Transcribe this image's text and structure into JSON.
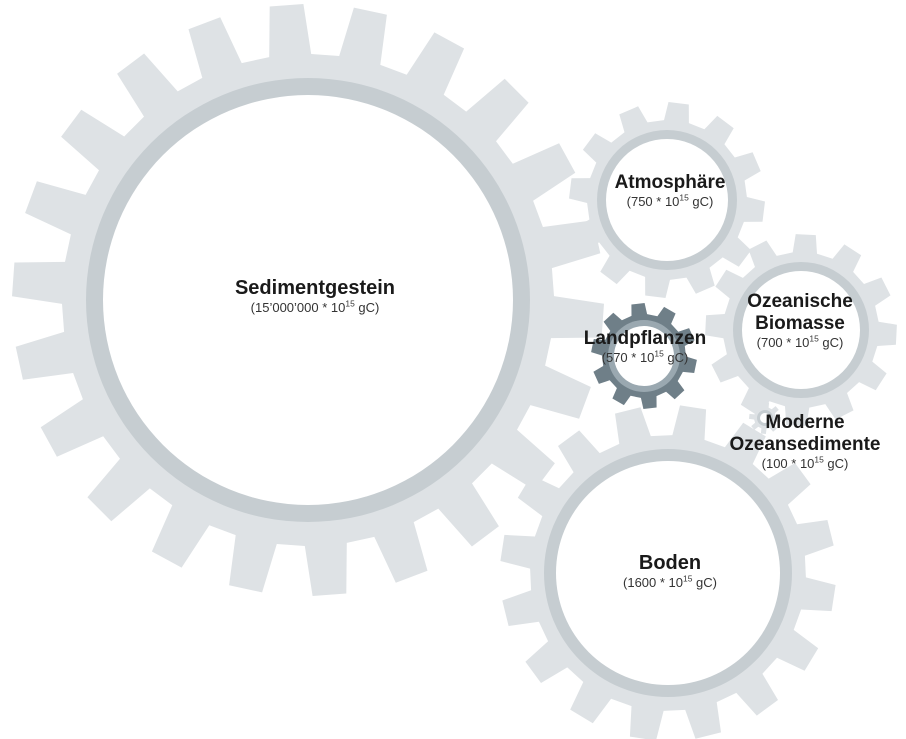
{
  "colors": {
    "gear_light": "#dee2e5",
    "gear_ring": "#c6cdd1",
    "gear_dark": "#6f7f88",
    "gear_dark_ring": "#9aa8b0",
    "hub": "#ffffff",
    "text": "#1a1a1a"
  },
  "gears": [
    {
      "id": "sedimentgestein",
      "name_lines": [
        "Sedimentgestein"
      ],
      "amount_prefix": "(15’000’000 * 10",
      "amount_exponent": "15",
      "amount_suffix": " gC)",
      "teeth": 22,
      "shade": "light"
    },
    {
      "id": "atmosphaere",
      "name_lines": [
        "Atmosphäre"
      ],
      "amount_prefix": "(750 * 10",
      "amount_exponent": "15",
      "amount_suffix": " gC)",
      "teeth": 12,
      "shade": "light"
    },
    {
      "id": "ozeanische-biomasse",
      "name_lines": [
        "Ozeanische",
        "Biomasse"
      ],
      "amount_prefix": "(700 * 10",
      "amount_exponent": "15",
      "amount_suffix": " gC)",
      "teeth": 12,
      "shade": "light"
    },
    {
      "id": "landpflanzen",
      "name_lines": [
        "Landpflanzen"
      ],
      "amount_prefix": "(570 * 10",
      "amount_exponent": "15",
      "amount_suffix": " gC)",
      "teeth": 10,
      "shade": "dark"
    },
    {
      "id": "moderne-ozeansedimente",
      "name_lines": [
        "Moderne",
        "Ozeansedimente"
      ],
      "amount_prefix": "(100 * 10",
      "amount_exponent": "15",
      "amount_suffix": " gC)",
      "teeth": 8,
      "shade": "light"
    },
    {
      "id": "boden",
      "name_lines": [
        "Boden"
      ],
      "amount_prefix": "(1600 * 10",
      "amount_exponent": "15",
      "amount_suffix": " gC)",
      "teeth": 16,
      "shade": "light"
    }
  ]
}
